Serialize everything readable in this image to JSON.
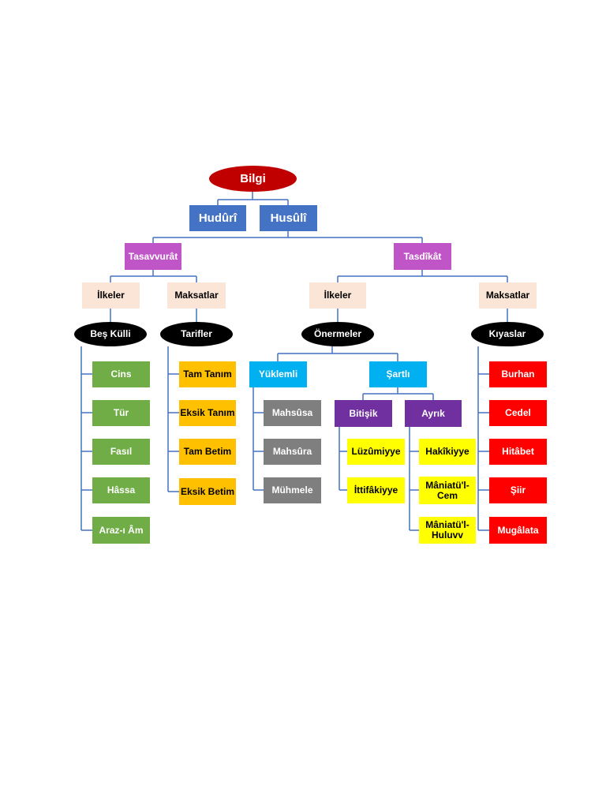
{
  "colors": {
    "connector": "#4472c4",
    "root": "#c00000",
    "level1": "#4472c4",
    "level2": "#c055c8",
    "level3": "#fbe5d6",
    "level4": "#000000",
    "cyan": "#00b0f0",
    "purple": "#7030a0",
    "green": "#70ad47",
    "gold": "#ffc000",
    "gray": "#7f7f7f",
    "yellow": "#ffff00",
    "red": "#ff0000"
  },
  "root": "Bilgi",
  "level1": {
    "huduri": "Hudûrî",
    "husuli": "Husûlî"
  },
  "level2": {
    "tasavvurat": "Tasavvurât",
    "tasdikat": "Tasdîkât"
  },
  "tasavvurat": {
    "ilkeler": "İlkeler",
    "maksatlar": "Maksatlar",
    "bes_kulli": "Beş Külli",
    "tarifler": "Tarifler",
    "kulliler": [
      "Cins",
      "Tür",
      "Fasıl",
      "Hâssa",
      "Araz-ı Âm"
    ],
    "tarif_list": [
      "Tam Tanım",
      "Eksik Tanım",
      "Tam Betim",
      "Eksik Betim"
    ]
  },
  "tasdikat": {
    "ilkeler": "İlkeler",
    "maksatlar": "Maksatlar",
    "onermeler": "Önermeler",
    "kiyaslar": "Kıyaslar",
    "yuklemli": "Yüklemli",
    "sartli": "Şartlı",
    "yuklemli_list": [
      "Mahsûsa",
      "Mahsûra",
      "Mühmele"
    ],
    "bitisik": "Bitişik",
    "ayrik": "Ayrık",
    "bitisik_list": [
      "Lüzûmiyye",
      "İttifâkiyye"
    ],
    "ayrik_list": [
      "Hakîkiyye",
      "Mâniatü'l-Cem",
      "Mâniatü'l-Huluvv"
    ],
    "kiyas_list": [
      "Burhan",
      "Cedel",
      "Hitâbet",
      "Şiir",
      "Mugâlata"
    ]
  }
}
